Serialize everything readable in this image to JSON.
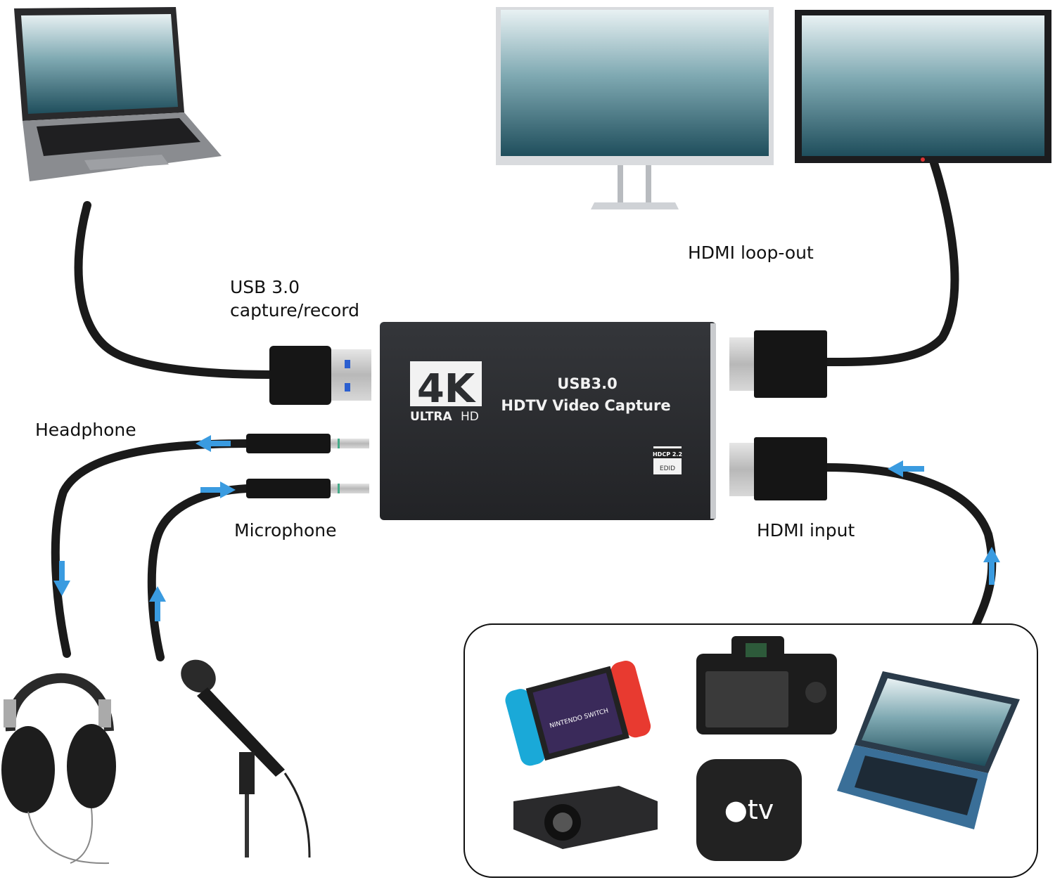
{
  "labels": {
    "usb_line1": "USB 3.0",
    "usb_line2": "capture/record",
    "hdmi_loop_out": "HDMI loop-out",
    "headphone": "Headphone",
    "microphone": "Microphone",
    "hdmi_input": "HDMI input"
  },
  "device": {
    "logo_4k": "4K",
    "logo_ultra": "ULTRA",
    "logo_hd": "HD",
    "line1": "USB3.0",
    "line2": "HDTV  Video Capture",
    "badge_top": "HDCP 2.2",
    "badge_bottom": "EDID"
  },
  "sources": {
    "switch_logo": "NINTENDO SWITCH",
    "appletv_logo": "tv"
  },
  "colors": {
    "arrow": "#3a9be0",
    "device": "#2c2e31",
    "cable": "#1a1a1a"
  }
}
